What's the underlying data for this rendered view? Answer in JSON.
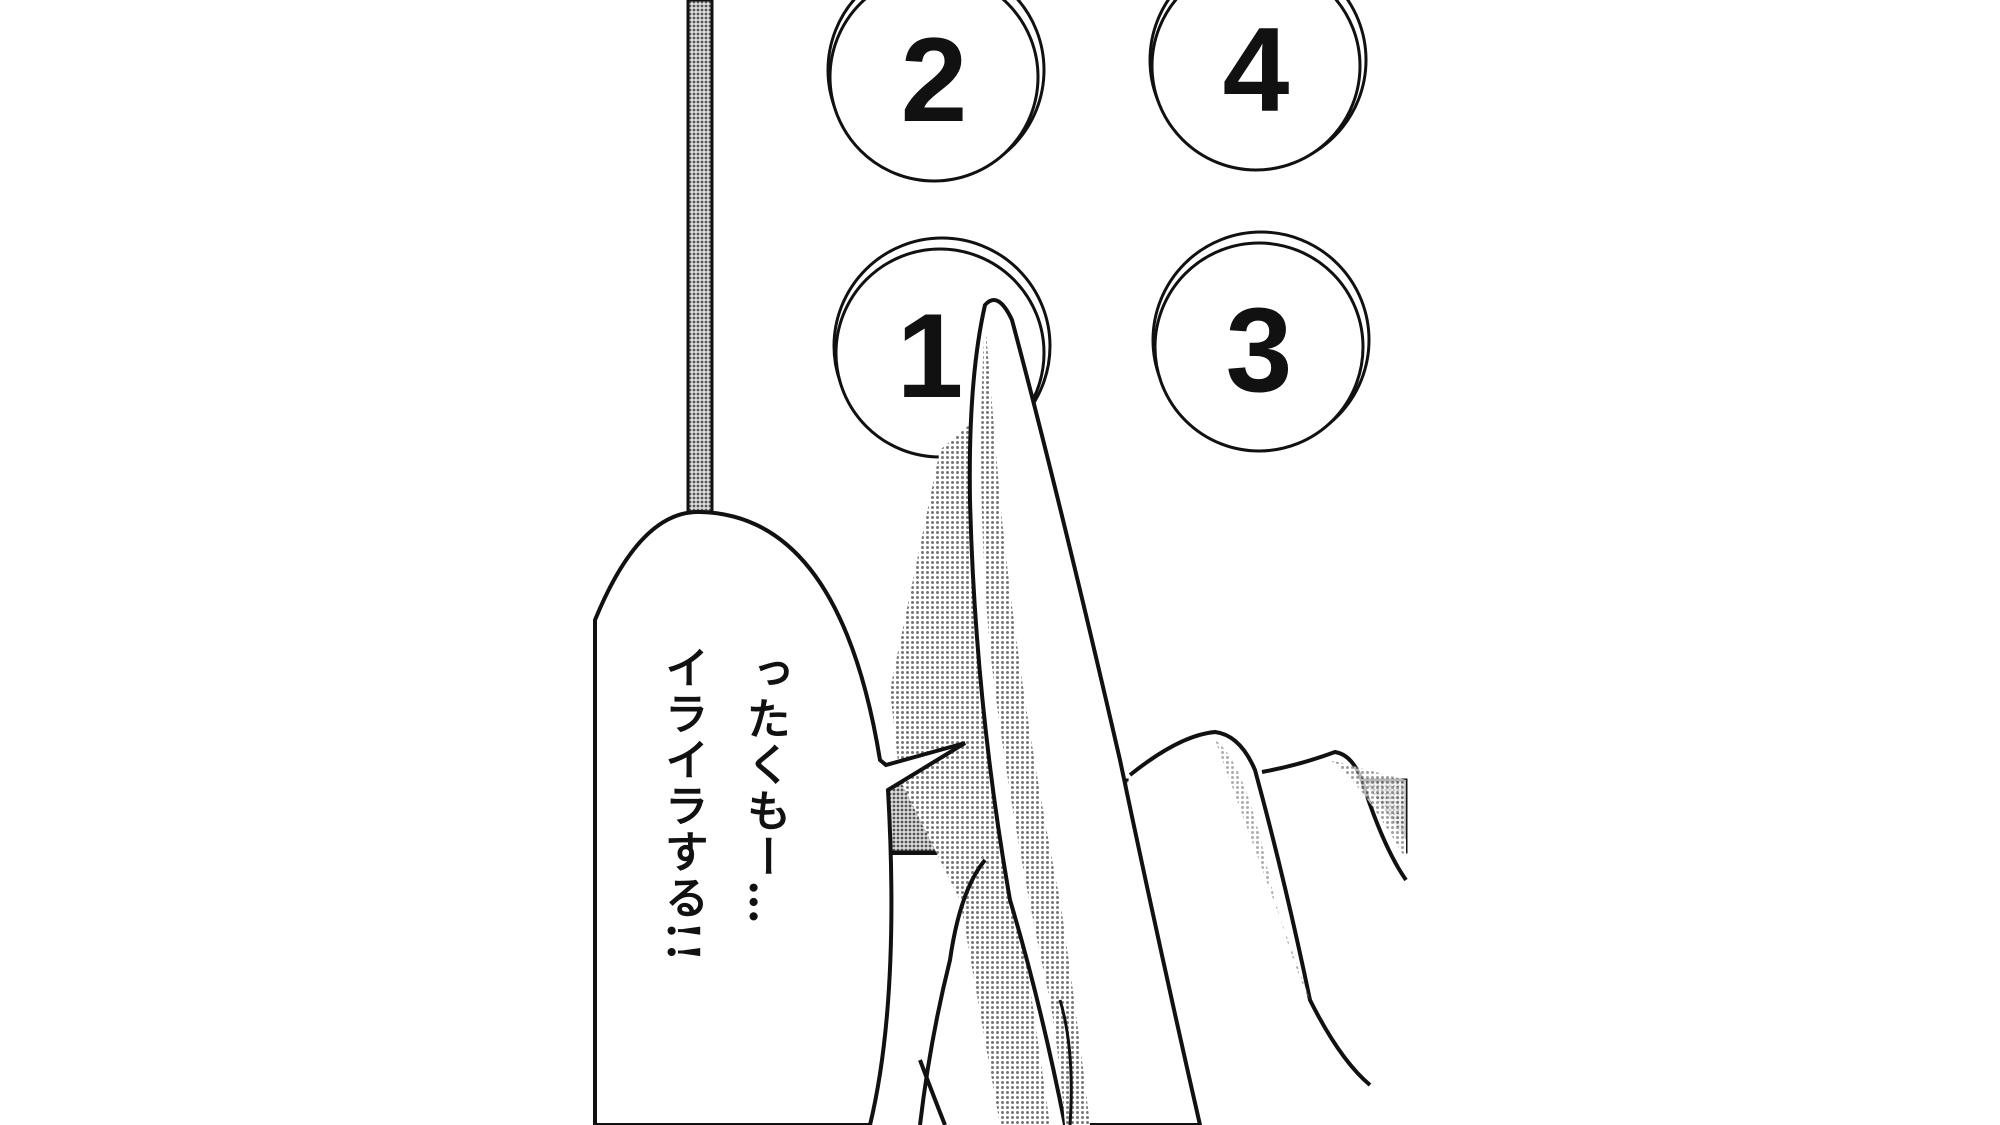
{
  "panel": {
    "elevator_buttons": [
      {
        "label": "2"
      },
      {
        "label": "4"
      },
      {
        "label": "1"
      },
      {
        "label": "3"
      }
    ],
    "speech_bubble": {
      "lines": [
        "ったくもー…",
        "イライラする!!"
      ]
    }
  },
  "colors": {
    "ink": "#111111",
    "paper": "#ffffff",
    "tone": "#b8b8b8"
  }
}
